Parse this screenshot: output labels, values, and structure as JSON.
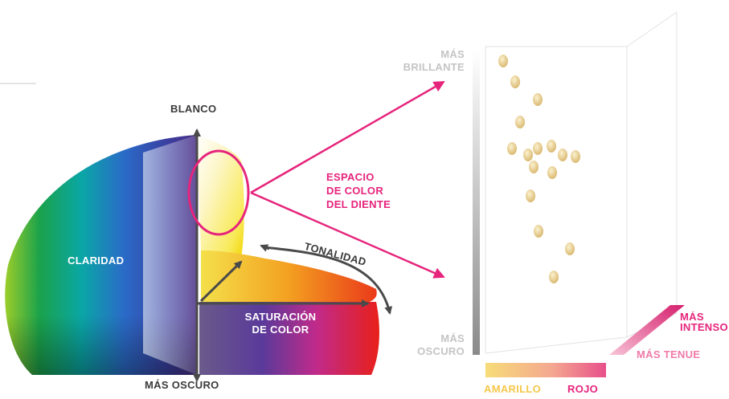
{
  "left": {
    "top_label": "BLANCO",
    "bottom_label": "MÁS OSCURO",
    "lightness_label": "CLARIDAD",
    "hue_label": "TONALIDAD",
    "saturation_line1": "SATURACIÓN",
    "saturation_line2": "DE COLOR"
  },
  "callout": {
    "line1": "ESPACIO",
    "line2": "DE COLOR",
    "line3": "DEL DIENTE"
  },
  "right": {
    "top_line1": "MÁS",
    "top_line2": "BRILLANTE",
    "bottom_line1": "MÁS",
    "bottom_line2": "OSCURO",
    "intense_line1": "MÁS",
    "intense_line2": "INTENSO",
    "weak_label": "MÁS TENUE",
    "yellow_label": "AMARILLO",
    "red_label": "ROJO"
  },
  "colors": {
    "accent": "#e6247c",
    "dark_text": "#3a3a3a",
    "light_text": "#c4c4c4",
    "yellow": "#f5c84a"
  }
}
